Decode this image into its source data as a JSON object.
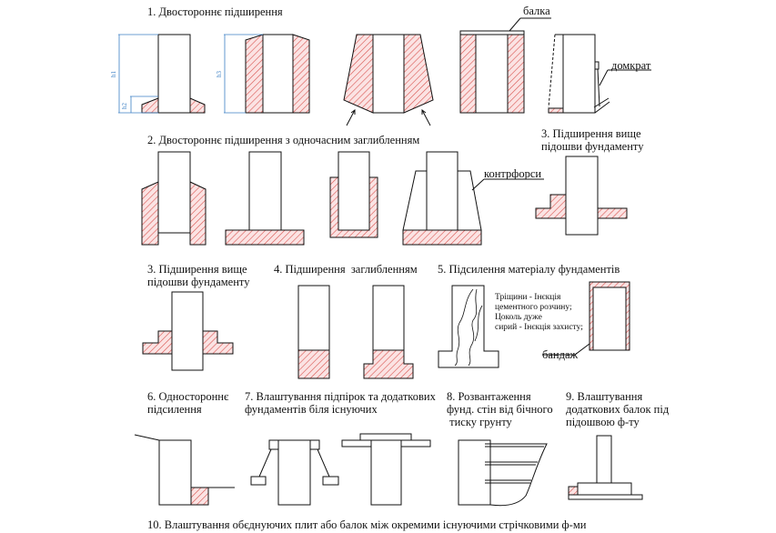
{
  "labels": {
    "s1": "1. Двостороннє підширення",
    "s2": "2. Двостороннє підширення з одночасним заглибленням",
    "s3a": "3. Підширення вище\nпідошви фундаменту",
    "s3b": "3. Підширення вище\nпідошви фундаменту",
    "s4": "4. Підширення  заглибленням",
    "s5": "5. Підсилення матеріалу фундаментів",
    "s6": "6. Одностороннє\nпідсилення",
    "s7": "7. Влаштування підпірок та додаткових\nфундаментів біля існуючих",
    "s8": "8. Розвантаження\nфунд. стін від бічного\n тиску грунту",
    "s9": "9. Влаштування\nдодаткових балок під\nпідошвою ф-ту",
    "s10": "10. Влаштування обєднуючих плит або балок між окремими існуючими стрічковими ф-ми"
  },
  "callouts": {
    "balka": "балка",
    "domkrat": "домкрат",
    "kontrforsy": "контрфорси",
    "bandazh": "бандаж",
    "note": "Тріщини - Інєкція\nцементного розчину;\nЦоколь дуже\nсирий - Інєкція захисту;"
  },
  "dims": {
    "h1": "h1",
    "h2": "h2",
    "h3": "h3"
  },
  "colors": {
    "hatch": "#d9534f",
    "line": "#111111",
    "dim": "#3b7fc4"
  }
}
